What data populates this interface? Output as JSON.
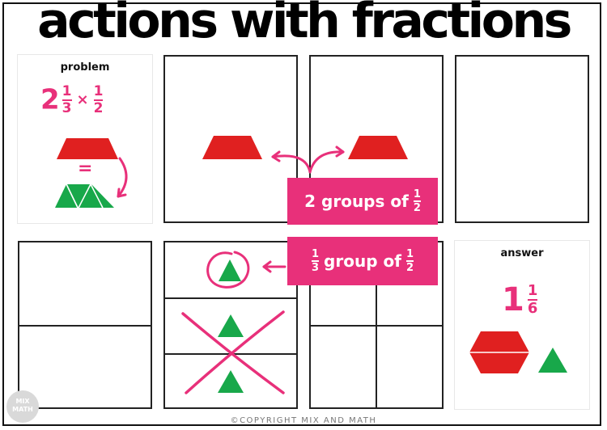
{
  "title": "actions with fractions",
  "problem_card": {
    "label": "problem",
    "whole": "2",
    "frac1": {
      "num": "1",
      "den": "3"
    },
    "times": "×",
    "frac2": {
      "num": "1",
      "den": "2"
    },
    "equals": "="
  },
  "banners": [
    {
      "text": "2 groups of",
      "frac": {
        "num": "1",
        "den": "2"
      }
    },
    {
      "prefix_frac": {
        "num": "1",
        "den": "3"
      },
      "text": "group of",
      "frac": {
        "num": "1",
        "den": "2"
      }
    }
  ],
  "answer_card": {
    "label": "answer",
    "whole": "1",
    "frac": {
      "num": "1",
      "den": "6"
    }
  },
  "copyright": "©COPYRIGHT MIX AND MATH",
  "logo": {
    "line1": "MIX",
    "line2": "MATH"
  },
  "colors": {
    "pink": "#e8307a",
    "red": "#e02020",
    "green": "#18a84a",
    "black": "#111111"
  },
  "icons": [
    "trapezoid-shape",
    "triangle-shape",
    "hexagon-shape",
    "curved-arrow-icon",
    "circle-mark",
    "cross-mark"
  ]
}
